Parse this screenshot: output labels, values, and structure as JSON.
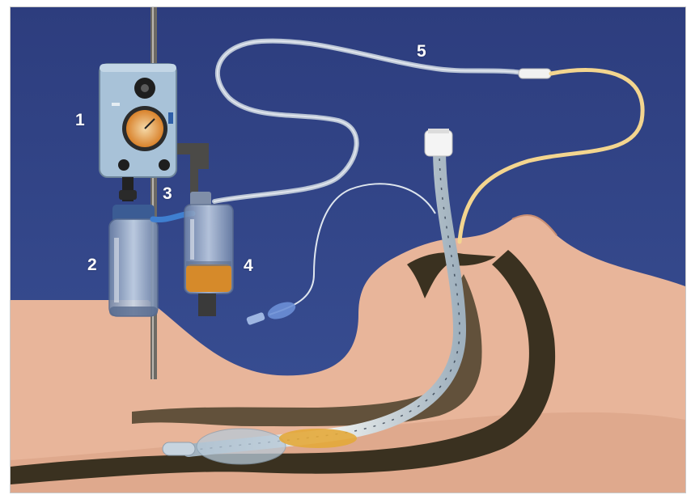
{
  "labels": {
    "pump": "1",
    "collection_jar": "2",
    "connector": "3",
    "trap_container": "4",
    "suction_line": "5"
  },
  "colors": {
    "background": "#2b3f80",
    "skin": "#e8b59a",
    "airway": "#3a3120",
    "pump_body": "#a8c2d8",
    "suction_line": "#f3d58f",
    "fluid": "#d68a2a",
    "label_text": "#ffffff"
  }
}
